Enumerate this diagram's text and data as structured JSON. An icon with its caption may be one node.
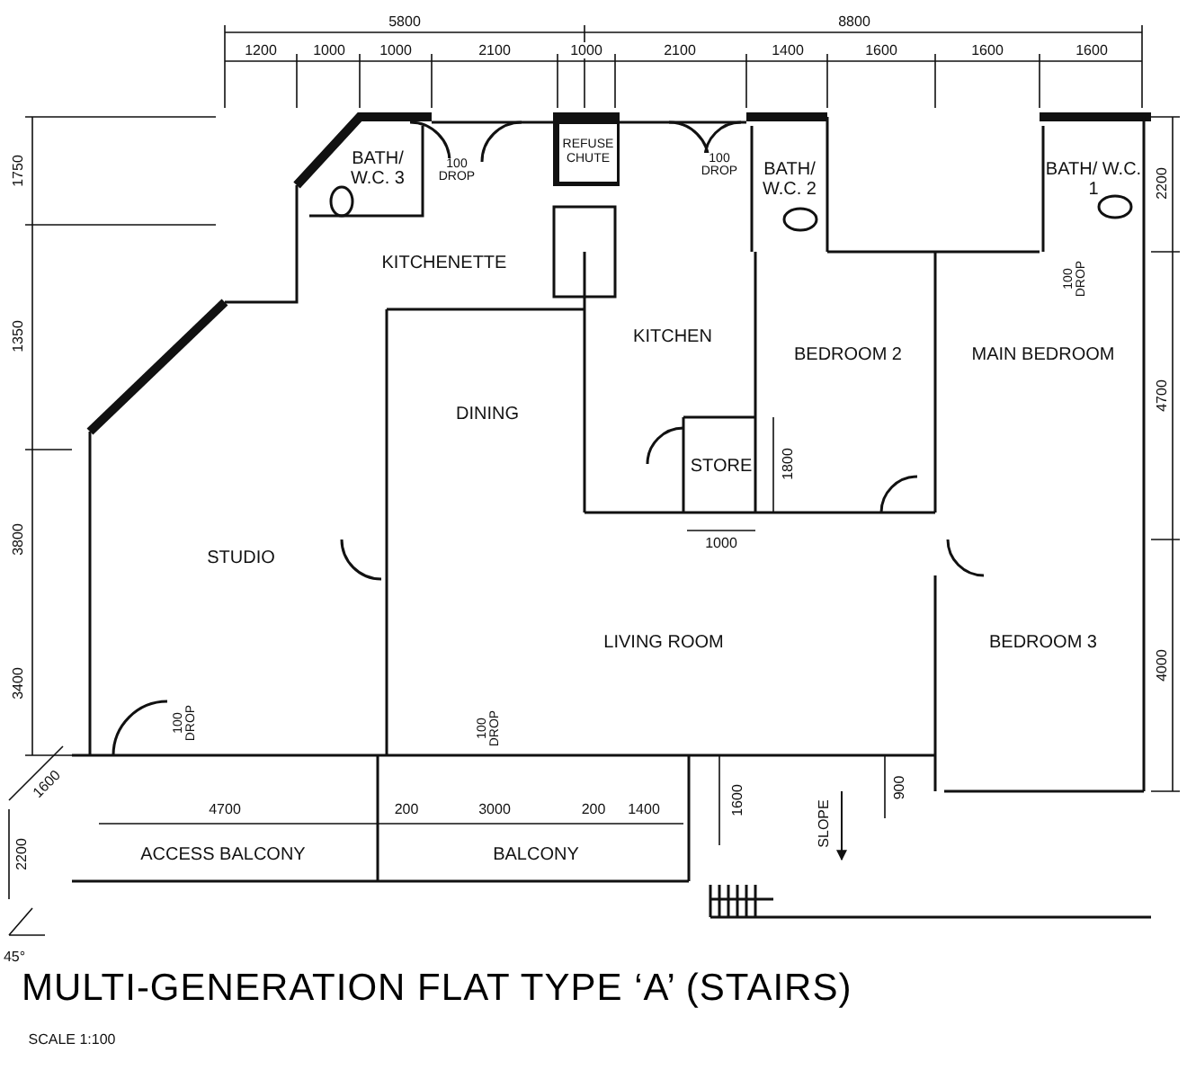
{
  "diagram": {
    "title": "MULTI-GENERATION FLAT TYPE ‘A’ (STAIRS)",
    "nodes": [
      {
        "text": [
          "BATH/ W.C. 3"
        ]
      },
      {
        "text": [
          "REFUSE CHUTE"
        ]
      },
      {
        "text": [
          "BATH/ W.C. 2"
        ]
      },
      {
        "text": [
          "BATH/ W.C. 1"
        ]
      },
      {
        "text": [
          "KITCHENETTE"
        ]
      },
      {
        "text": [
          "KITCHEN"
        ]
      },
      {
        "text": [
          "BEDROOM 2"
        ]
      },
      {
        "text": [
          "MAIN BEDROOM"
        ]
      },
      {
        "text": [
          "DINING"
        ]
      },
      {
        "text": [
          "STORE"
        ]
      },
      {
        "text": [
          "STUDIO"
        ]
      },
      {
        "text": [
          "LIVING ROOM"
        ]
      },
      {
        "text": [
          "BEDROOM 3"
        ]
      },
      {
        "text": [
          "ACCESS BALCONY"
        ]
      },
      {
        "text": [
          "BALCONY"
        ]
      }
    ],
    "edges": [],
    "labels": [
      "5800",
      "8800",
      "1200",
      "1000",
      "1000",
      "2100",
      "1000",
      "2100",
      "1400",
      "1600",
      "1600",
      "1600",
      "1750",
      "1350",
      "3800",
      "3400",
      "2200",
      "4700",
      "4000",
      "100 DROP",
      "100 DROP",
      "100 DROP",
      "1800",
      "1000",
      "100 DROP",
      "100 DROP",
      "1600",
      "4700",
      "200",
      "3000",
      "200",
      "1400",
      "1600",
      "900",
      "SLOPE",
      "2200",
      "45°",
      "SCALE 1:100"
    ]
  }
}
